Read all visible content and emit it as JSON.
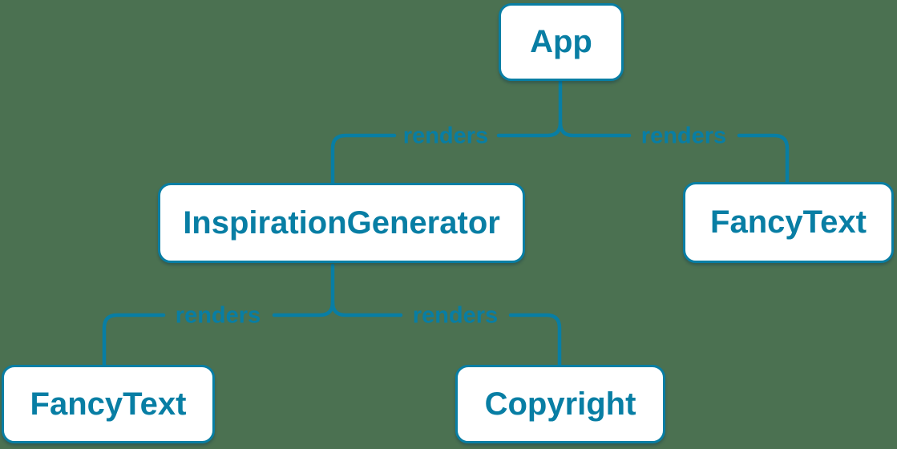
{
  "diagram": {
    "type": "render-tree",
    "colors": {
      "accent": "#087ea4",
      "background": "#4b7151",
      "node_background": "#ffffff"
    },
    "nodes": [
      {
        "id": "app",
        "label": "App"
      },
      {
        "id": "inspiration-generator",
        "label": "InspirationGenerator"
      },
      {
        "id": "fancy-text-top",
        "label": "FancyText"
      },
      {
        "id": "fancy-text-bottom",
        "label": "FancyText"
      },
      {
        "id": "copyright",
        "label": "Copyright"
      }
    ],
    "edges": [
      {
        "from": "App",
        "to": "InspirationGenerator",
        "label": "renders"
      },
      {
        "from": "App",
        "to": "FancyText",
        "label": "renders"
      },
      {
        "from": "InspirationGenerator",
        "to": "FancyText",
        "label": "renders"
      },
      {
        "from": "InspirationGenerator",
        "to": "Copyright",
        "label": "renders"
      }
    ]
  }
}
